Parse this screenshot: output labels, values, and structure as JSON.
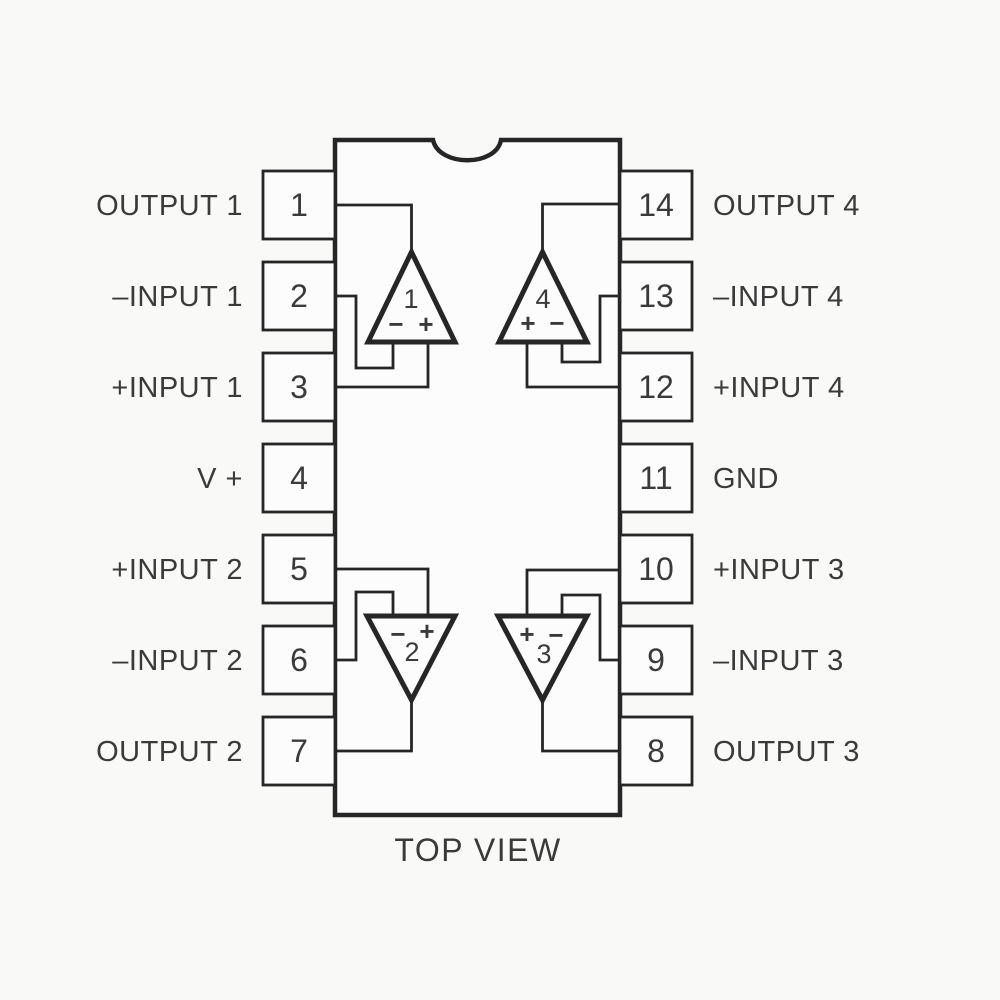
{
  "diagram": {
    "caption": "TOP VIEW",
    "colors": {
      "line": "#262626",
      "text": "#3a3a3a",
      "background": "#f9f9f8"
    },
    "pins": {
      "left": [
        {
          "number": "1",
          "label": "OUTPUT 1"
        },
        {
          "number": "2",
          "label": "–INPUT 1"
        },
        {
          "number": "3",
          "label": "+INPUT 1"
        },
        {
          "number": "4",
          "label": "V +"
        },
        {
          "number": "5",
          "label": "+INPUT 2"
        },
        {
          "number": "6",
          "label": "–INPUT 2"
        },
        {
          "number": "7",
          "label": "OUTPUT 2"
        }
      ],
      "right": [
        {
          "number": "14",
          "label": "OUTPUT 4"
        },
        {
          "number": "13",
          "label": "–INPUT 4"
        },
        {
          "number": "12",
          "label": "+INPUT 4"
        },
        {
          "number": "11",
          "label": "GND"
        },
        {
          "number": "10",
          "label": "+INPUT 3"
        },
        {
          "number": "9",
          "label": "–INPUT 3"
        },
        {
          "number": "8",
          "label": "OUTPUT 3"
        }
      ]
    },
    "opamps": [
      {
        "number": "1",
        "minus": "−",
        "plus": "+"
      },
      {
        "number": "2",
        "minus": "−",
        "plus": "+"
      },
      {
        "number": "3",
        "minus": "−",
        "plus": "+"
      },
      {
        "number": "4",
        "minus": "−",
        "plus": "+"
      }
    ]
  }
}
